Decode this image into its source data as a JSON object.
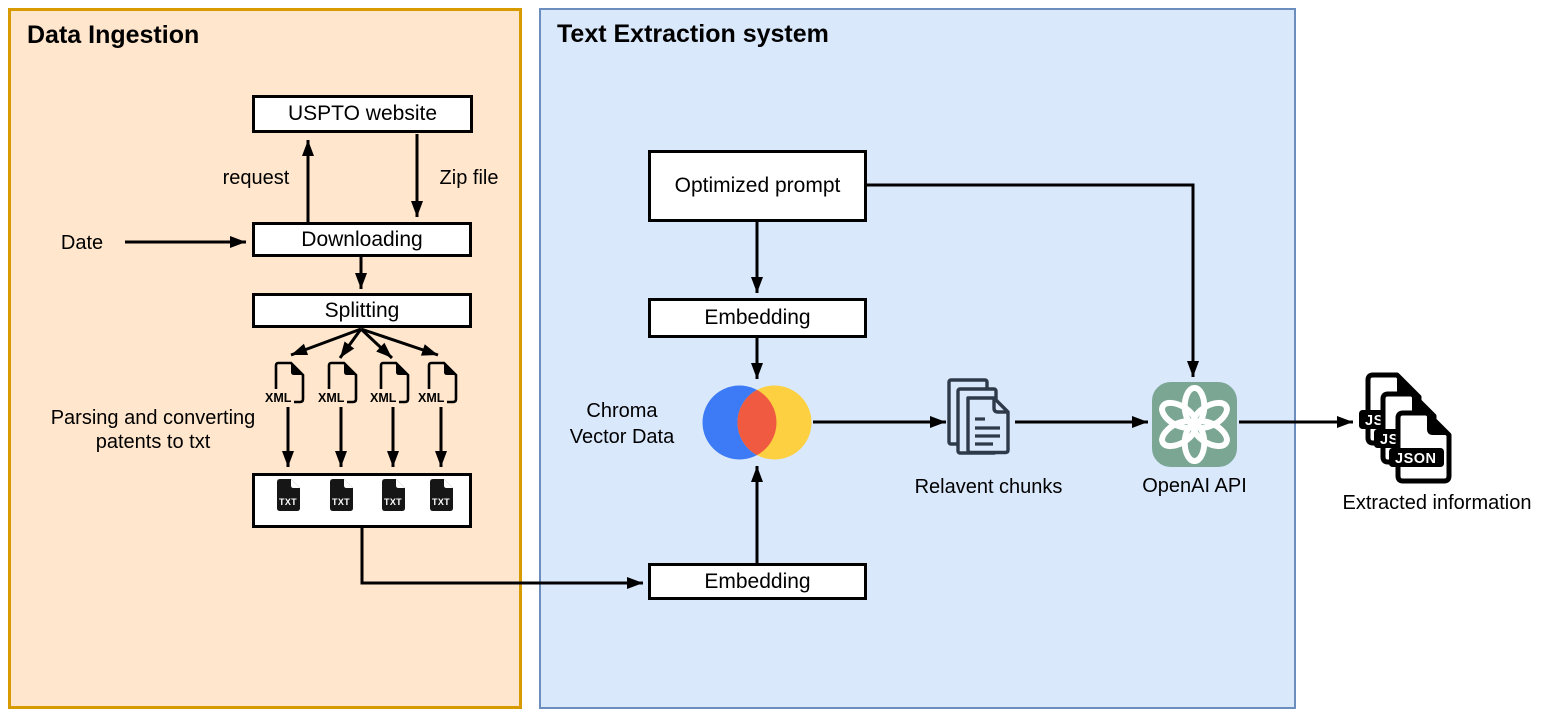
{
  "diagram": {
    "panels": {
      "data_ingestion": {
        "title": "Data Ingestion"
      },
      "text_extraction": {
        "title": "Text Extraction system"
      }
    },
    "nodes": {
      "uspto": "USPTO website",
      "downloading": "Downloading",
      "splitting": "Splitting",
      "optimized_prompt": "Optimized prompt",
      "embedding_query": "Embedding",
      "embedding_docs": "Embedding"
    },
    "edge_labels": {
      "date": "Date",
      "request": "request",
      "zip_file": "Zip file"
    },
    "captions": {
      "parsing_line1": "Parsing and converting",
      "parsing_line2": "patents to txt",
      "chroma_line1": "Chroma",
      "chroma_line2": "Vector Data",
      "relevant_chunks": "Relavent chunks",
      "openai_api": "OpenAI API",
      "extracted_information": "Extracted information"
    },
    "file_icons": {
      "xml_label": "XML",
      "txt_label": "TXT",
      "json_label": "JSON"
    },
    "colors": {
      "ingestion_fill": "#ffe6cc",
      "ingestion_border": "#d79b00",
      "extraction_fill": "#dae8fc",
      "extraction_border": "#6c8ebf",
      "chroma_blue": "#3d7af5",
      "chroma_red": "#f05a40",
      "chroma_yellow": "#fcd040",
      "openai_green": "#7aa693",
      "chunks_icon_stroke": "#2e3a4a",
      "arrow": "#000000"
    }
  }
}
